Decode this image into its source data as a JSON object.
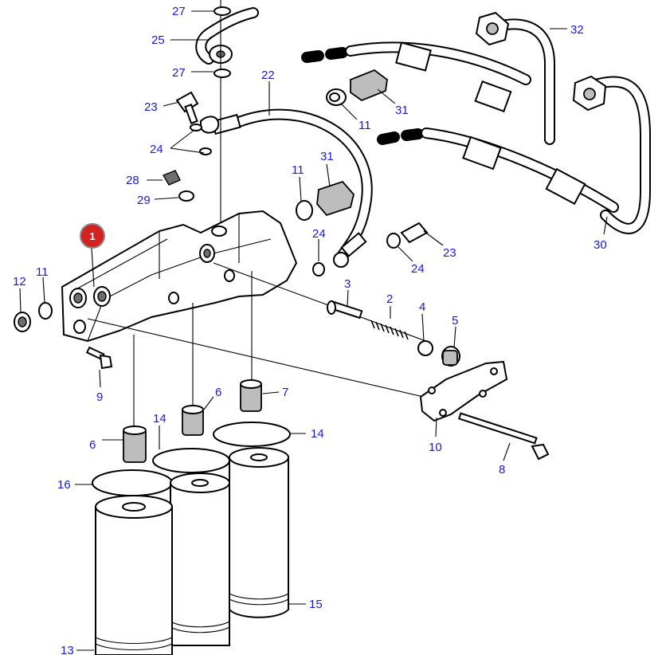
{
  "badge": "1",
  "labels": {
    "l27a": "27",
    "l25": "25",
    "l27b": "27",
    "l22": "22",
    "l32": "32",
    "l23a": "23",
    "l24a": "24",
    "l11a": "11",
    "l31a": "31",
    "l28": "28",
    "l29": "29",
    "l11b": "11",
    "l31b": "31",
    "l24b": "24",
    "l23b": "23",
    "l24c": "24",
    "l30": "30",
    "l12": "12",
    "l11c": "11",
    "l3": "3",
    "l2": "2",
    "l4": "4",
    "l5": "5",
    "l9": "9",
    "l6a": "6",
    "l7": "7",
    "l14a": "14",
    "l14b": "14",
    "l6b": "6",
    "l16": "16",
    "l10": "10",
    "l8": "8",
    "l15": "15",
    "l13": "13"
  }
}
